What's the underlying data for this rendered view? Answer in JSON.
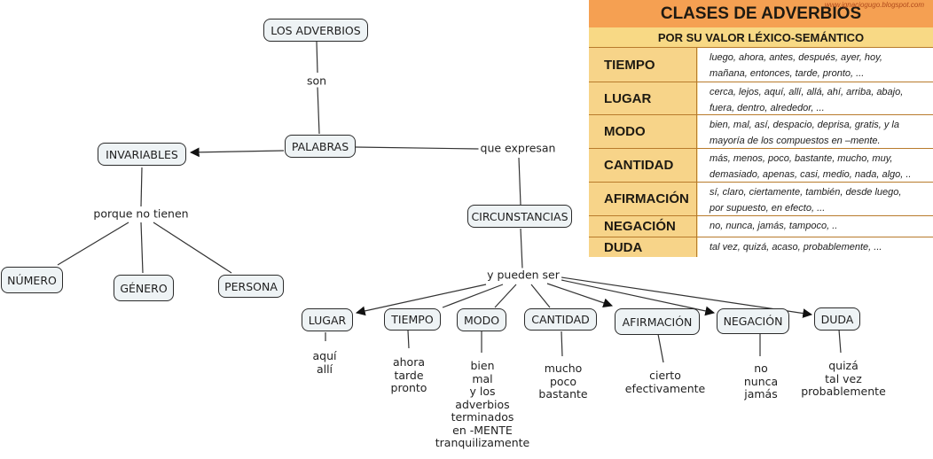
{
  "concept_map": {
    "nodes": {
      "adverbios": "LOS ADVERBIOS",
      "palabras": "PALABRAS",
      "invariables": "INVARIABLES",
      "numero": "NÚMERO",
      "genero": "GÉNERO",
      "persona": "PERSONA",
      "circunstancias": "CIRCUNSTANCIAS",
      "lugar": "LUGAR",
      "tiempo": "TIEMPO",
      "modo": "MODO",
      "cantidad": "CANTIDAD",
      "afirmacion": "AFIRMACIÓN",
      "negacion": "NEGACIÓN",
      "duda": "DUDA"
    },
    "links": {
      "son": "son",
      "porque": "porque no tienen",
      "expresan": "que expresan",
      "pueden": "y pueden ser"
    },
    "examples": {
      "lugar": [
        "aquí",
        "allí"
      ],
      "tiempo": [
        "ahora",
        "tarde",
        "pronto"
      ],
      "modo": [
        "bien",
        "mal",
        "y los",
        "adverbios",
        "terminados",
        "en -MENTE",
        "tranquilizamente"
      ],
      "cantidad": [
        "mucho",
        "poco",
        "bastante"
      ],
      "afirmacion": [
        "cierto",
        "efectivamente"
      ],
      "negacion": [
        "no",
        "nunca",
        "jamás"
      ],
      "duda": [
        "quizá",
        "tal vez",
        "probablemente"
      ]
    }
  },
  "table": {
    "title": "CLASES DE ADVERBIOS",
    "watermark": "www.ignaciogugo.blogspot.com",
    "subtitle": "POR SU VALOR LÉXICO-SEMÁNTICO",
    "rows": [
      {
        "category": "TIEMPO",
        "examples": [
          "luego, ahora, antes, después, ayer, hoy,",
          "mañana, entonces, tarde, pronto, ..."
        ]
      },
      {
        "category": "LUGAR",
        "examples": [
          "cerca, lejos, aquí, allí, allá, ahí, arriba, abajo,",
          "fuera, dentro, alrededor, ..."
        ]
      },
      {
        "category": "MODO",
        "examples": [
          "bien, mal, así, despacio, deprisa, gratis, y la",
          "mayoría de los compuestos en –mente."
        ]
      },
      {
        "category": "CANTIDAD",
        "examples": [
          "más, menos, poco, bastante, mucho, muy,",
          "demasiado, apenas, casi, medio, nada, algo, .."
        ]
      },
      {
        "category": "AFIRMACIÓN",
        "examples": [
          "sí, claro, ciertamente, también, desde luego,",
          "por supuesto, en efecto, ..."
        ]
      },
      {
        "category": "NEGACIÓN",
        "examples": [
          "no, nunca, jamás, tampoco, .."
        ]
      },
      {
        "category": "DUDA",
        "examples": [
          "tal vez, quizá, acaso, probablemente, ..."
        ]
      }
    ]
  }
}
